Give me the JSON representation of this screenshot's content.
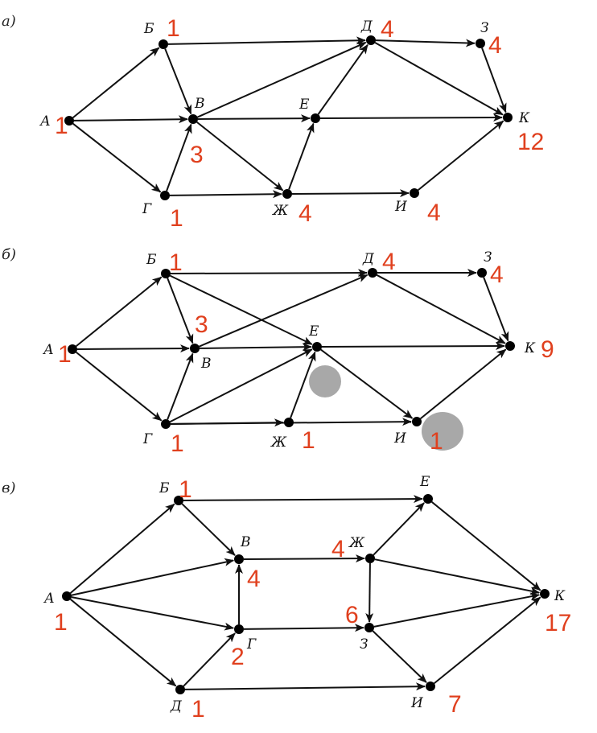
{
  "diagrams": [
    {
      "id": "a",
      "part_label": "а)",
      "nodes": {
        "А": {
          "label": "А",
          "count": "1"
        },
        "Б": {
          "label": "Б",
          "count": "1"
        },
        "В": {
          "label": "В",
          "count": "3"
        },
        "Г": {
          "label": "Г",
          "count": "1"
        },
        "Д": {
          "label": "Д",
          "count": "4"
        },
        "Е": {
          "label": "Е",
          "count": ""
        },
        "Ж": {
          "label": "Ж",
          "count": "4"
        },
        "З": {
          "label": "З",
          "count": "4"
        },
        "И": {
          "label": "И",
          "count": "4"
        },
        "К": {
          "label": "К",
          "count": "12"
        }
      },
      "edges": [
        [
          "А",
          "Б"
        ],
        [
          "А",
          "В"
        ],
        [
          "А",
          "Г"
        ],
        [
          "Б",
          "В"
        ],
        [
          "Б",
          "Д"
        ],
        [
          "Г",
          "В"
        ],
        [
          "Г",
          "Ж"
        ],
        [
          "В",
          "Д"
        ],
        [
          "В",
          "Е"
        ],
        [
          "В",
          "Ж"
        ],
        [
          "Ж",
          "Е"
        ],
        [
          "Ж",
          "И"
        ],
        [
          "Е",
          "Д"
        ],
        [
          "Е",
          "К"
        ],
        [
          "Д",
          "З"
        ],
        [
          "Д",
          "К"
        ],
        [
          "З",
          "К"
        ],
        [
          "И",
          "К"
        ]
      ]
    },
    {
      "id": "b",
      "part_label": "б)",
      "nodes": {
        "А": {
          "label": "А",
          "count": "1"
        },
        "Б": {
          "label": "Б",
          "count": "1"
        },
        "В": {
          "label": "В",
          "count": "3"
        },
        "Г": {
          "label": "Г",
          "count": "1"
        },
        "Д": {
          "label": "Д",
          "count": "4"
        },
        "Е": {
          "label": "Е",
          "count": ""
        },
        "Ж": {
          "label": "Ж",
          "count": "1"
        },
        "З": {
          "label": "З",
          "count": "4"
        },
        "И": {
          "label": "И",
          "count": "1"
        },
        "К": {
          "label": "К",
          "count": "9"
        }
      },
      "edges": [
        [
          "А",
          "Б"
        ],
        [
          "А",
          "В"
        ],
        [
          "А",
          "Г"
        ],
        [
          "Б",
          "В"
        ],
        [
          "Б",
          "Д"
        ],
        [
          "Б",
          "Е"
        ],
        [
          "Г",
          "В"
        ],
        [
          "Г",
          "Е"
        ],
        [
          "Г",
          "Ж"
        ],
        [
          "Г",
          "И"
        ],
        [
          "В",
          "Д"
        ],
        [
          "В",
          "Е"
        ],
        [
          "Ж",
          "Е"
        ],
        [
          "Е",
          "И"
        ],
        [
          "Е",
          "К"
        ],
        [
          "Д",
          "З"
        ],
        [
          "Д",
          "К"
        ],
        [
          "З",
          "К"
        ],
        [
          "И",
          "К"
        ]
      ]
    },
    {
      "id": "c",
      "part_label": "в)",
      "nodes": {
        "А": {
          "label": "А",
          "count": "1"
        },
        "Б": {
          "label": "Б",
          "count": "1"
        },
        "В": {
          "label": "В",
          "count": "4"
        },
        "Г": {
          "label": "Г",
          "count": "2"
        },
        "Д": {
          "label": "Д",
          "count": "1"
        },
        "Е": {
          "label": "Е",
          "count": ""
        },
        "Ж": {
          "label": "Ж",
          "count": "4"
        },
        "З": {
          "label": "З",
          "count": "6"
        },
        "И": {
          "label": "И",
          "count": "7"
        },
        "К": {
          "label": "К",
          "count": "17"
        }
      },
      "edges": [
        [
          "А",
          "Б"
        ],
        [
          "А",
          "В"
        ],
        [
          "А",
          "Г"
        ],
        [
          "А",
          "Д"
        ],
        [
          "Б",
          "В"
        ],
        [
          "Б",
          "Е"
        ],
        [
          "Г",
          "В"
        ],
        [
          "Г",
          "З"
        ],
        [
          "Д",
          "Г"
        ],
        [
          "Д",
          "И"
        ],
        [
          "В",
          "Ж"
        ],
        [
          "Ж",
          "Е"
        ],
        [
          "Ж",
          "З"
        ],
        [
          "Ж",
          "К"
        ],
        [
          "Е",
          "К"
        ],
        [
          "З",
          "К"
        ],
        [
          "З",
          "И"
        ],
        [
          "И",
          "К"
        ]
      ]
    }
  ]
}
